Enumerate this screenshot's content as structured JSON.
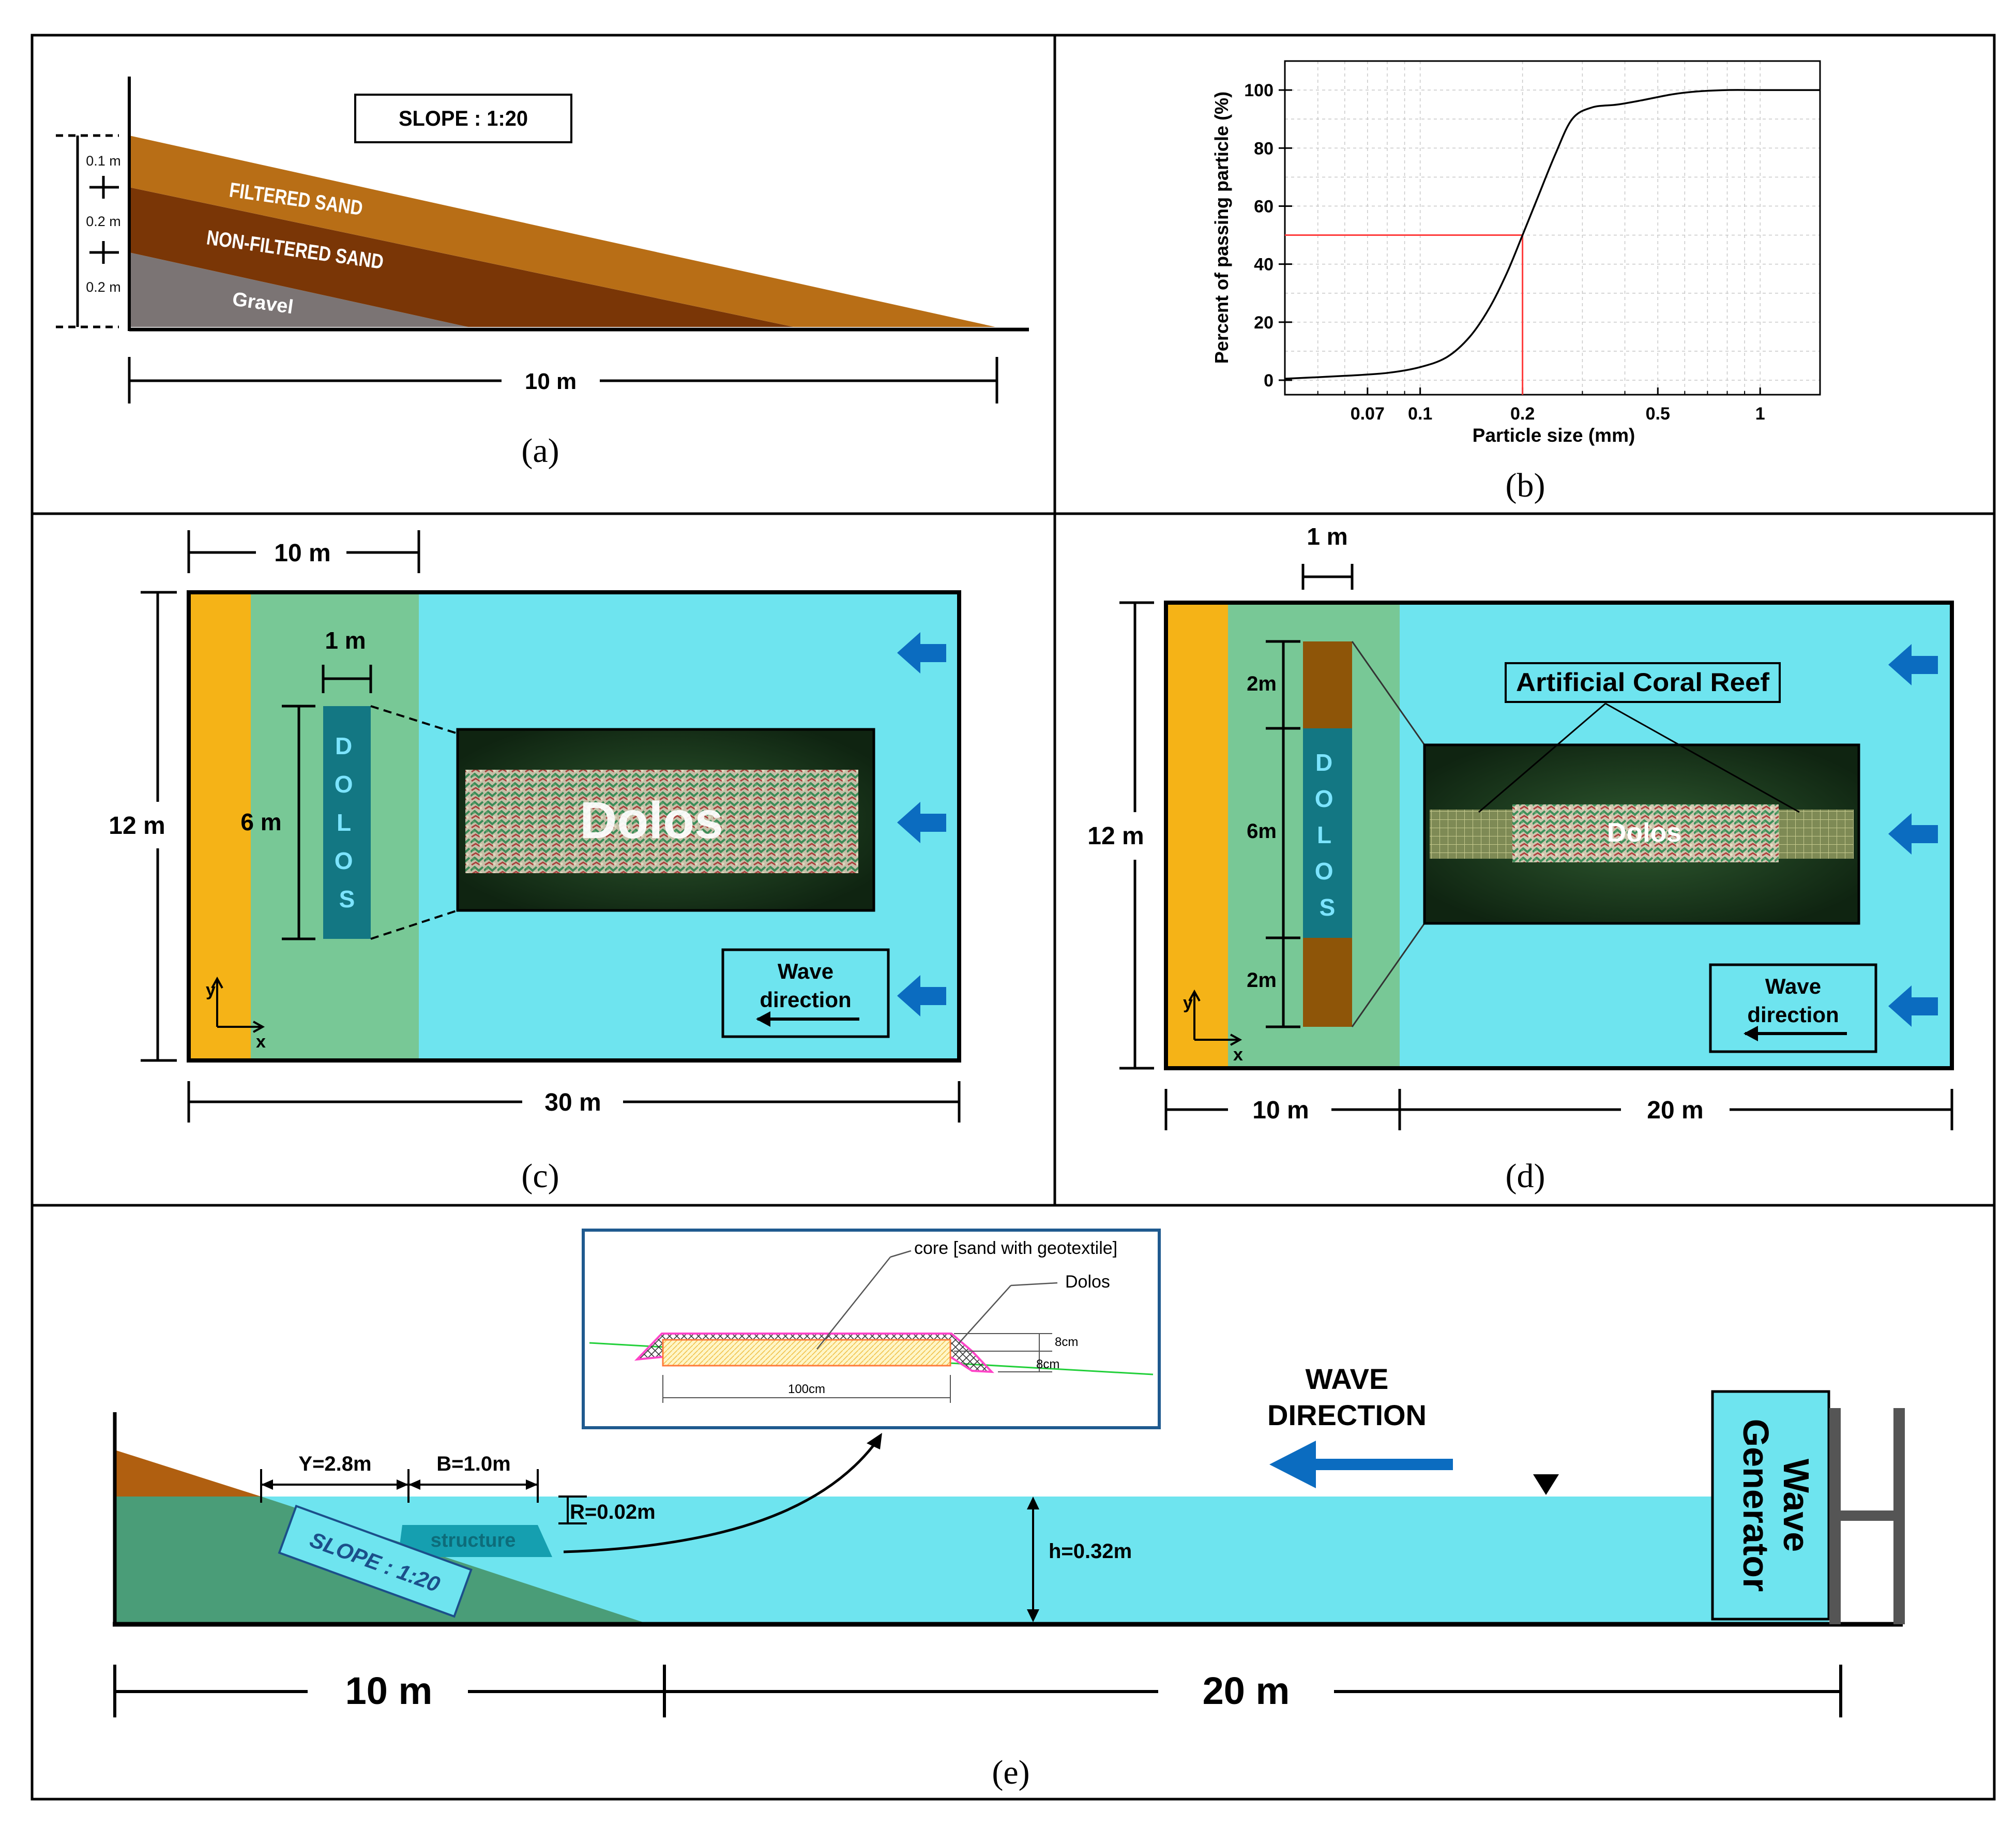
{
  "panel_a": {
    "label": "(a)",
    "slope_label": "SLOPE :  1:20",
    "layer_top": "FILTERED SAND",
    "layer_mid": "NON-FILTERED SAND",
    "layer_bottom": "Gravel",
    "dim_top": "0.1 m",
    "dim_mid": "0.2 m",
    "dim_bottom": "0.2 m",
    "length": "10 m",
    "colors": {
      "filtered": "#b86e16",
      "nonfiltered": "#7a3606",
      "gravel": "#7b7474"
    }
  },
  "panel_b": {
    "label": "(b)",
    "chart_data": {
      "type": "line",
      "title": "",
      "xlabel": "Particle size (mm)",
      "ylabel": "Percent of passing particle (%)",
      "x_scale": "log",
      "xlim": [
        0.04,
        1.5
      ],
      "ylim": [
        -5,
        110
      ],
      "x_tick_labels": [
        "0.07",
        "0.1",
        "0.2",
        "0.5",
        "1"
      ],
      "x_ticks": [
        0.07,
        0.1,
        0.2,
        0.5,
        1
      ],
      "y_tick_labels": [
        "0",
        "20",
        "40",
        "60",
        "80",
        "100"
      ],
      "y_ticks": [
        0,
        20,
        40,
        60,
        80,
        100
      ],
      "grid": true,
      "series": [
        {
          "x": [
            0.04,
            0.06,
            0.08,
            0.1,
            0.12,
            0.14,
            0.16,
            0.18,
            0.2,
            0.22,
            0.25,
            0.28,
            0.32,
            0.38,
            0.45,
            0.55,
            0.65,
            0.8,
            1.0,
            1.5
          ],
          "y": [
            0.5,
            1.5,
            2.5,
            4.5,
            8,
            15,
            25,
            37,
            50,
            62,
            78,
            90,
            94,
            95,
            96.5,
            98.5,
            99.5,
            100,
            100,
            100
          ]
        }
      ],
      "annotation": {
        "x": 0.2,
        "y": 50,
        "color": "#ff3b3b"
      }
    }
  },
  "panel_c": {
    "label": "(c)",
    "top_dim": "10 m",
    "bottom_dim": "30 m",
    "height_dim": "12 m",
    "unit_width": "1 m",
    "unit_height": "6 m",
    "dolos_vertical": "DOLOS",
    "photo_label": "Dolos",
    "wave_box_line1": "Wave",
    "wave_box_line2": "direction",
    "axis_y": "y",
    "axis_x": "x"
  },
  "panel_d": {
    "label": "(d)",
    "top_dim": "1 m",
    "height_dim": "12 m",
    "dim_2m_top": "2m",
    "dim_6m": "6m",
    "dim_2m_bottom": "2m",
    "dolos_vertical": "DOLOS",
    "callout": "Artificial Coral Reef",
    "photo_label": "Dolos",
    "wave_box_line1": "Wave",
    "wave_box_line2": "direction",
    "bottom_left_dim": "10 m",
    "bottom_right_dim": "20 m",
    "axis_y": "y",
    "axis_x": "x"
  },
  "panel_e": {
    "label": "(e)",
    "inset_core": "core [sand with geotextile]",
    "inset_dolos": "Dolos",
    "inset_8cm_a": "8cm",
    "inset_8cm_b": "8cm",
    "inset_100cm": "100cm",
    "dim_y": "Y=2.8m",
    "dim_b": "B=1.0m",
    "dim_r": "R=0.02m",
    "structure": "structure",
    "slope": "SLOPE :   1:20",
    "wave_line1": "WAVE",
    "wave_line2": "DIRECTION",
    "depth": "h=0.32m",
    "generator_line1": "Wave",
    "generator_line2": "Generator",
    "bottom_left_dim": "10 m",
    "bottom_right_dim": "20 m"
  },
  "colors": {
    "water": "#6ee4ef",
    "green_zone": "#78c896",
    "sand": "#f5b317",
    "dolos_block": "#137783",
    "dolos_text": "#7ce4ff",
    "reef_brown": "#8e5508",
    "arrow_blue": "#0b6cc0",
    "photo_bg": "#182d1a",
    "e_sand": "#b05f10",
    "e_bottom": "#4a9d78"
  }
}
